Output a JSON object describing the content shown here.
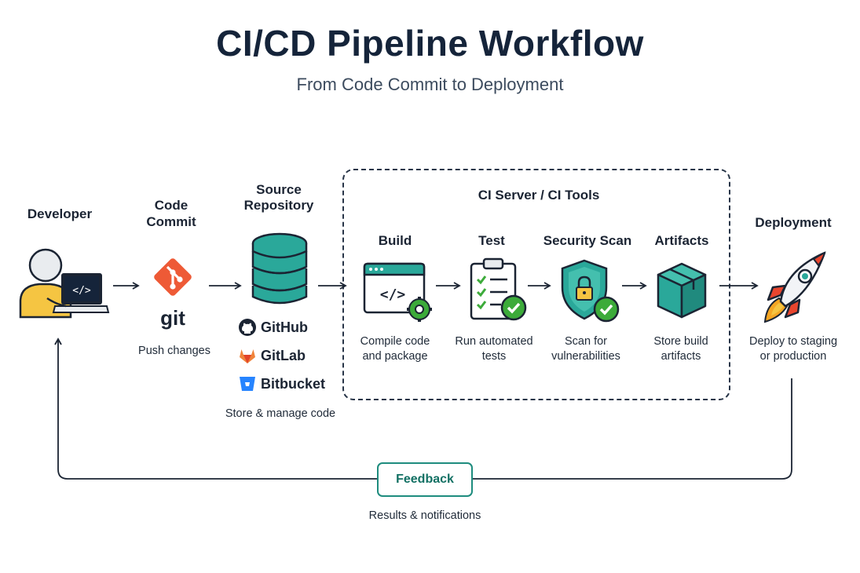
{
  "header": {
    "title": "CI/CD Pipeline Workflow",
    "subtitle": "From Code Commit to Deployment"
  },
  "developer": {
    "label": "Developer"
  },
  "commit": {
    "label_line1": "Code",
    "label_line2": "Commit",
    "git_word": "git",
    "caption": "Push changes"
  },
  "repository": {
    "label_line1": "Source",
    "label_line2": "Repository",
    "tools": [
      "GitHub",
      "GitLab",
      "Bitbucket"
    ],
    "caption": "Store & manage code"
  },
  "ci_server": {
    "label": "CI Server / CI Tools",
    "stages": [
      {
        "name": "Build",
        "caption_line1": "Compile code",
        "caption_line2": "and package"
      },
      {
        "name": "Test",
        "caption_line1": "Run automated",
        "caption_line2": "tests"
      },
      {
        "name": "Security Scan",
        "caption_line1": "Scan for",
        "caption_line2": "vulnerabilities"
      },
      {
        "name": "Artifacts",
        "caption_line1": "Store build",
        "caption_line2": "artifacts"
      }
    ]
  },
  "deployment": {
    "label": "Deployment",
    "caption_line1": "Deploy to staging",
    "caption_line2": "or production"
  },
  "feedback": {
    "label": "Feedback",
    "caption": "Results & notifications"
  },
  "colors": {
    "teal": "#2aa89a",
    "git_orange": "#ee5a36",
    "navy": "#15243a",
    "green_check": "#3cab3a",
    "developer_yellow": "#f5c542",
    "rocket_red": "#e8452e"
  }
}
